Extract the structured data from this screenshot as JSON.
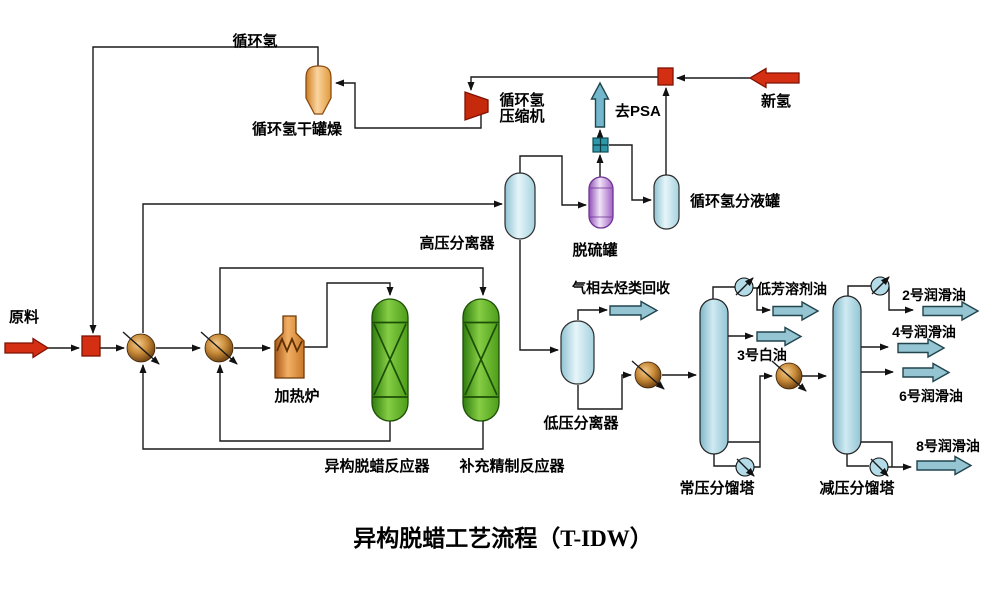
{
  "title": "异构脱蜡工艺流程（T-IDW）",
  "streams": {
    "feed": "原料",
    "recycle_hydrogen": "循环氢",
    "fresh_hydrogen": "新氢",
    "to_psa": "去PSA",
    "gas_to_recovery": "气相去烃类回收"
  },
  "equipment": {
    "dryer": "循环氢干罐燥",
    "compressor_line1": "循环氢",
    "compressor_line2": "压缩机",
    "knockout_drum": "循环氢分液罐",
    "hp_separator": "高压分离器",
    "desulfurizer": "脱硫罐",
    "furnace": "加热炉",
    "dewax_reactor": "异构脱蜡反应器",
    "refining_reactor": "补充精制反应器",
    "lp_separator": "低压分离器",
    "atm_tower": "常压分馏塔",
    "vac_tower": "减压分馏塔"
  },
  "products": {
    "low_aromatic_solvent_oil": "低芳溶剂油",
    "white_oil_3": "3号白油",
    "lube_oil_2": "2号润滑油",
    "lube_oil_4": "4号润滑油",
    "lube_oil_6": "6号润滑油",
    "lube_oil_8": "8号润滑油"
  },
  "colors": {
    "background": "#ffffff",
    "line": "#1a1a1a",
    "red_accent": "#d42f12",
    "output_arrow_blue": "#95c5d2",
    "psa_arrow_blue": "#74b7cd",
    "teal_valve": "#2e96a6",
    "reactor_green": "#55a51e",
    "vessel_blue": "#cfeaf2",
    "column_blue": "#a9d6e2",
    "desulfurizer_purple": "#b06cc8",
    "exchanger_brown": "#b97b2e",
    "furnace_orange": "#e89040"
  }
}
